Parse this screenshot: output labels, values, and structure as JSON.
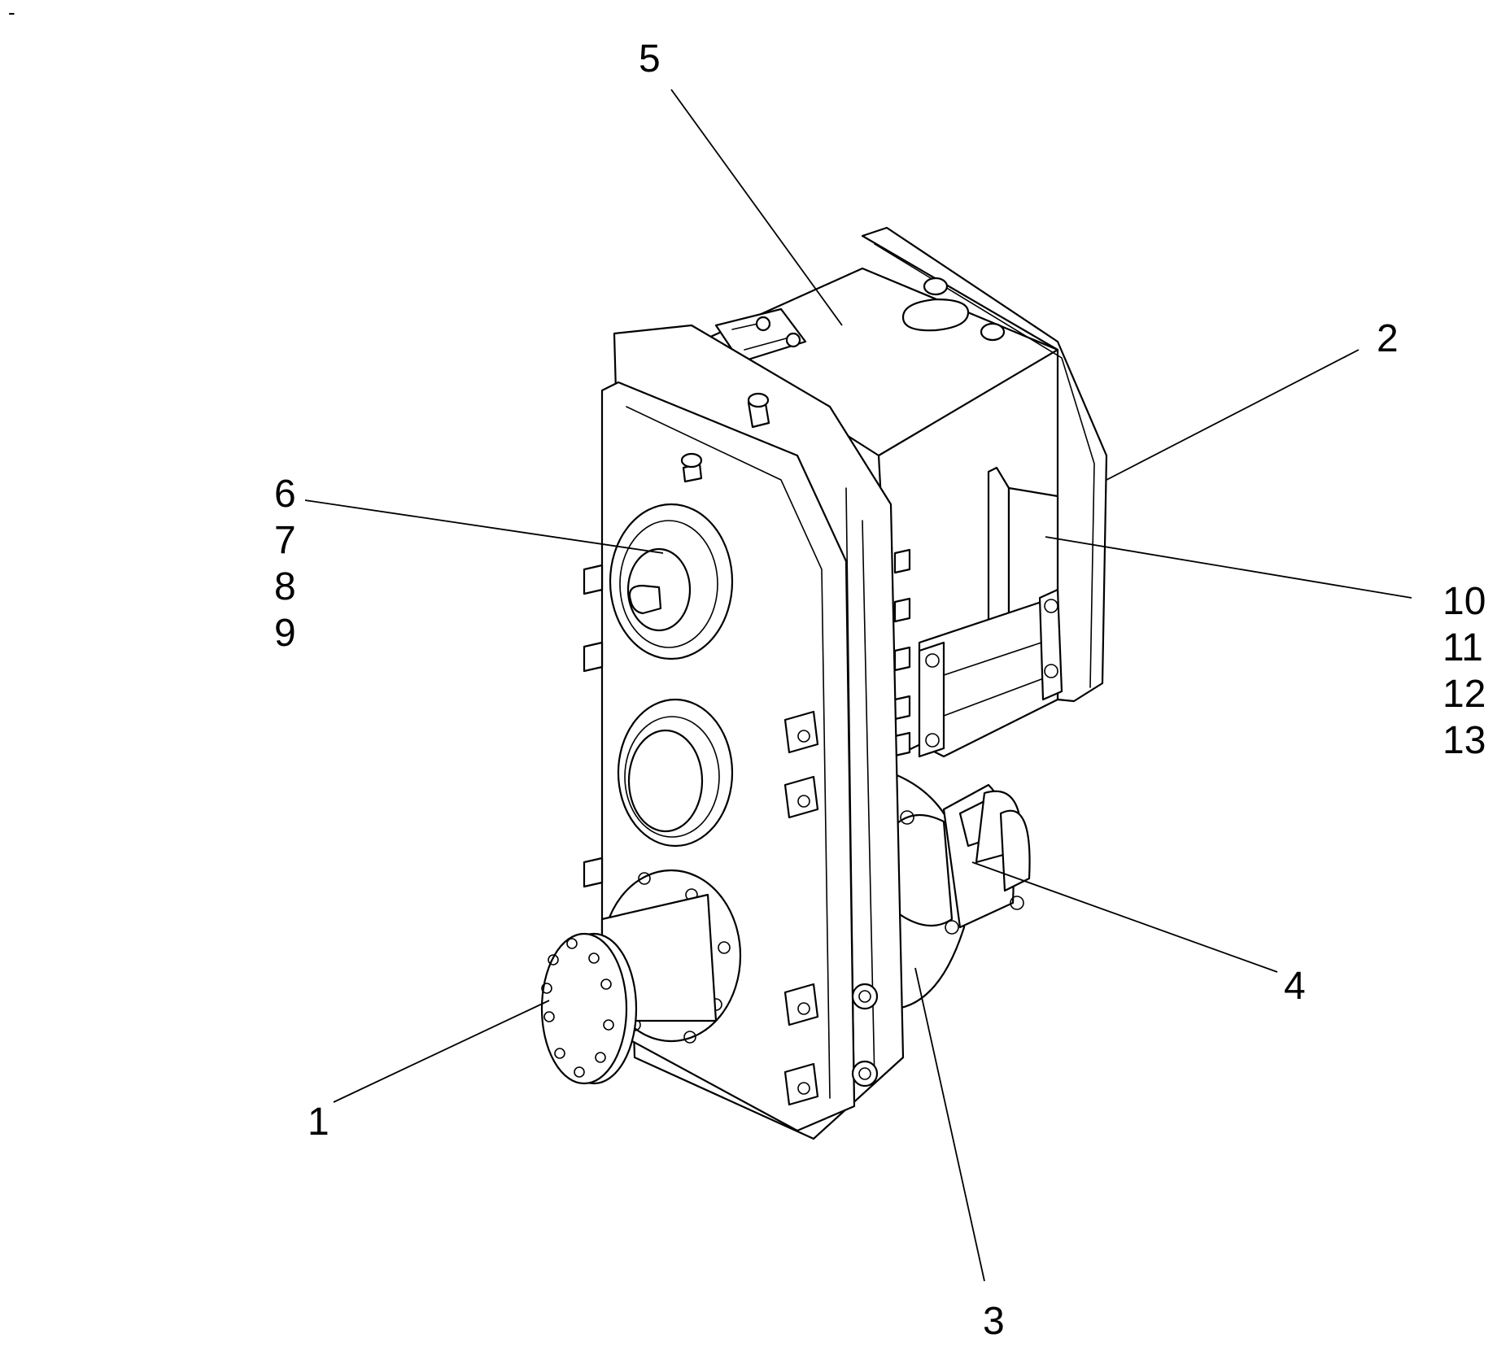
{
  "corner_mark": "-",
  "callouts": [
    {
      "id": "c1",
      "lines": [
        "1"
      ]
    },
    {
      "id": "c2",
      "lines": [
        "2"
      ]
    },
    {
      "id": "c3",
      "lines": [
        "3"
      ]
    },
    {
      "id": "c4",
      "lines": [
        "4"
      ]
    },
    {
      "id": "c5",
      "lines": [
        "5"
      ]
    },
    {
      "id": "c6",
      "lines": [
        "6",
        "7",
        "8",
        "9"
      ]
    },
    {
      "id": "c10",
      "lines": [
        "10",
        "11",
        "12",
        "13"
      ]
    }
  ]
}
